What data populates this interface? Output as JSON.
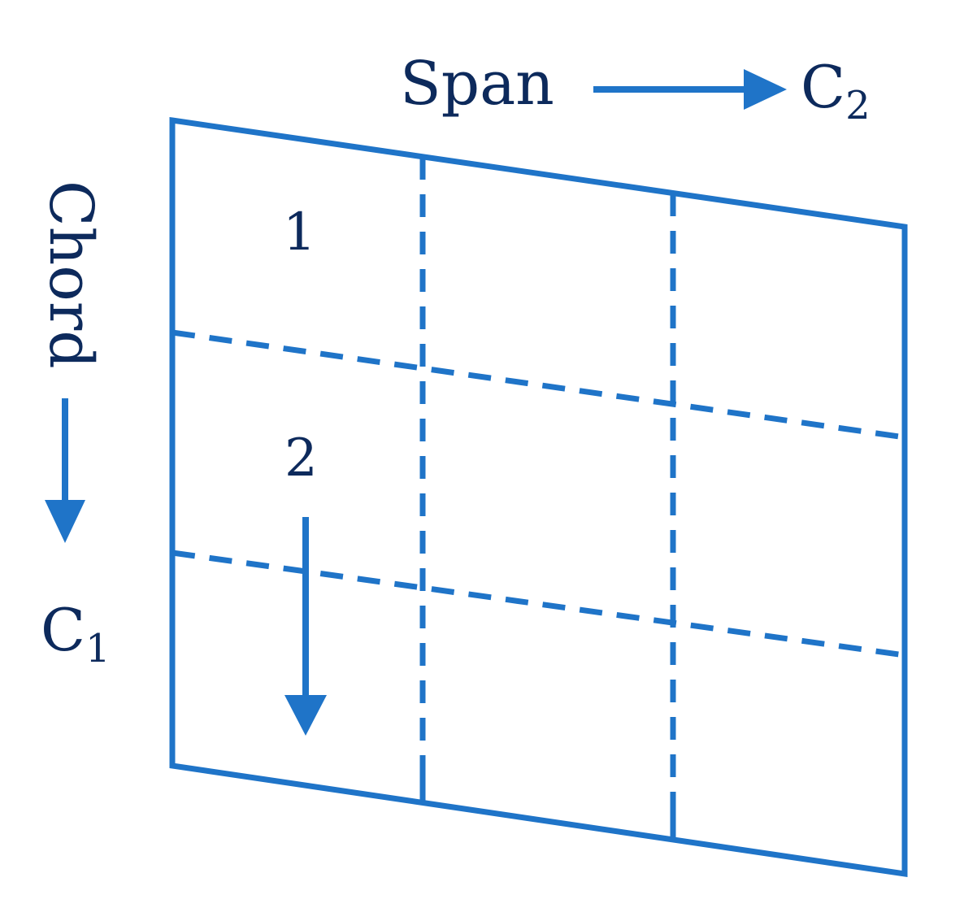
{
  "labels": {
    "span": "Span",
    "chord": "Chord",
    "c2_base": "C",
    "c2_sub": "2",
    "c1_base": "C",
    "c1_sub": "1",
    "cell_1": "1",
    "cell_2": "2"
  },
  "colors": {
    "line": "#1f74c8",
    "text": "#0d2a5c"
  }
}
